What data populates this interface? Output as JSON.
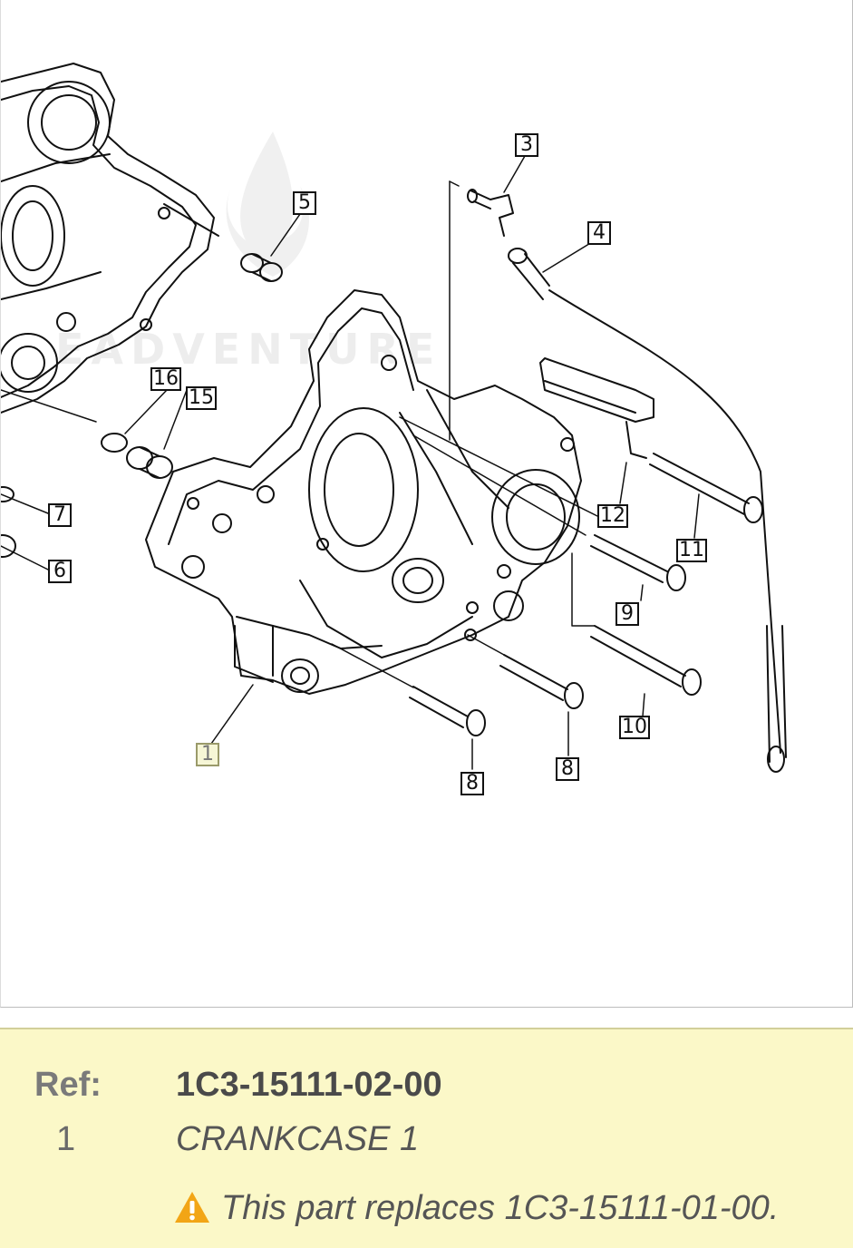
{
  "diagram": {
    "callouts": [
      "1",
      "3",
      "4",
      "5",
      "6",
      "7",
      "8",
      "8",
      "9",
      "10",
      "11",
      "12",
      "15",
      "16"
    ],
    "selected_callout": "1",
    "watermark": "EADVENTURE"
  },
  "info": {
    "ref_label": "Ref:",
    "ref_value": "1",
    "part_number": "1C3-15111-02-00",
    "part_name": "CRANKCASE 1",
    "warning_text": "This part replaces 1C3-15111-01-00.",
    "warning_icon": "warning-triangle-icon",
    "warning_color": "#f2a516",
    "panel_color": "#fbf8c8"
  }
}
